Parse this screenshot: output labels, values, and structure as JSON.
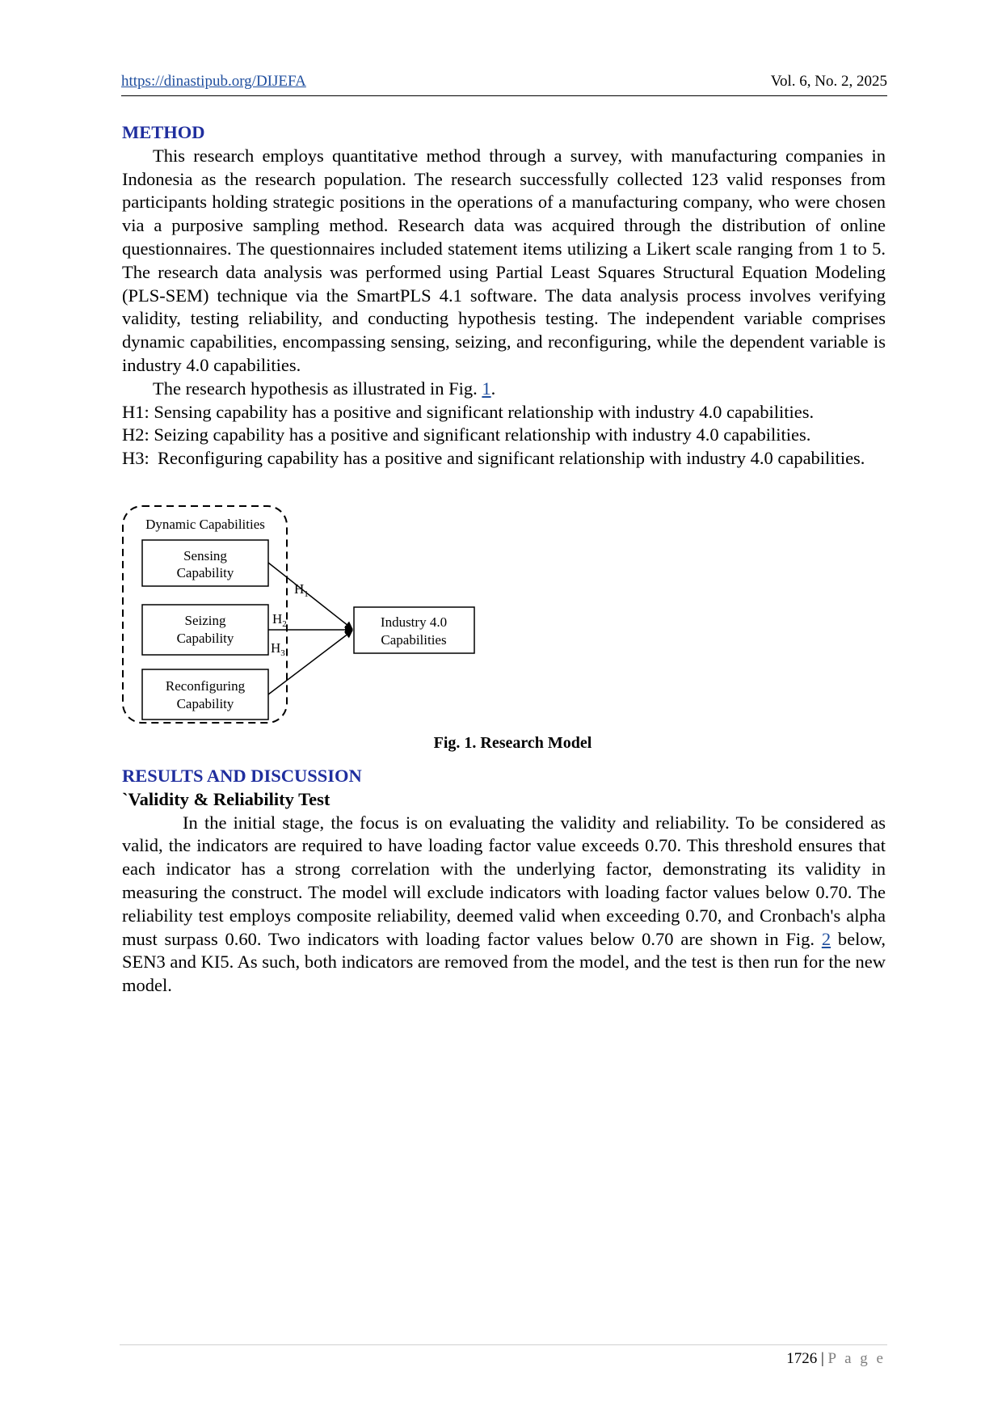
{
  "header": {
    "url": "https://dinastipub.org/DIJEFA",
    "volume": "Vol. 6, No. 2, 2025"
  },
  "method": {
    "heading": "METHOD",
    "paragraph": "This research employs quantitative method through a survey, with manufacturing companies in Indonesia as the research population. The research successfully collected 123 valid responses from participants holding strategic positions in the operations of a manufacturing company, who were chosen via a purposive sampling method. Research data was acquired through the distribution of online questionnaires. The questionnaires included statement items utilizing a Likert scale ranging from 1 to 5. The research data analysis was performed using Partial Least Squares Structural Equation Modeling (PLS-SEM) technique via the SmartPLS 4.1 software. The data analysis process involves verifying validity, testing reliability, and conducting hypothesis testing. The independent variable comprises dynamic capabilities, encompassing sensing, seizing, and reconfiguring, while the dependent variable is industry 4.0 capabilities.",
    "hypothesis_intro": "The research hypothesis as illustrated in Fig. ",
    "hypothesis_intro_link": "1",
    "hypothesis_intro_end": ".",
    "hypotheses": [
      {
        "label": "H1:",
        "text": "Sensing capability has a positive and significant relationship with industry 4.0 capabilities."
      },
      {
        "label": "H2:",
        "text": "Seizing capability has a positive and significant relationship with industry 4.0 capabilities."
      },
      {
        "label": "H3:",
        "text": "Reconfiguring capability has a positive and significant relationship with industry 4.0 capabilities."
      }
    ]
  },
  "figure1": {
    "group_label": "Dynamic Capabilities",
    "sensing": [
      "Sensing",
      "Capability"
    ],
    "seizing": [
      "Seizing",
      "Capability"
    ],
    "reconfiguring": [
      "Reconfiguring",
      "Capability"
    ],
    "industry": [
      "Industry 4.0",
      "Capabilities"
    ],
    "h1": "H",
    "h1_sub": "1",
    "h2": "H",
    "h2_sub": "2",
    "h3": "H",
    "h3_sub": "3",
    "caption": "Fig. 1. Research Model"
  },
  "results": {
    "heading": "RESULTS AND DISCUSSION",
    "subheading": "`Validity & Reliability Test",
    "paragraph_start": "In the initial stage, the focus is on evaluating the validity and reliability. To be considered as valid, the indicators are required to have loading factor value exceeds 0.70. This threshold ensures that each indicator has a strong correlation with the underlying factor, demonstrating its validity in measuring the construct. The model will exclude indicators with loading factor values below 0.70. The reliability test employs composite reliability, deemed valid when exceeding 0.70, and Cronbach's alpha must surpass 0.60. Two indicators with loading factor values below 0.70 are shown in Fig. ",
    "paragraph_link": "2",
    "paragraph_end": " below, SEN3 and KI5. As such, both indicators are removed from the model, and the test is then run for the new model."
  },
  "footer": {
    "page_number": "1726",
    "separator": " | ",
    "page_word": "P a g e"
  }
}
